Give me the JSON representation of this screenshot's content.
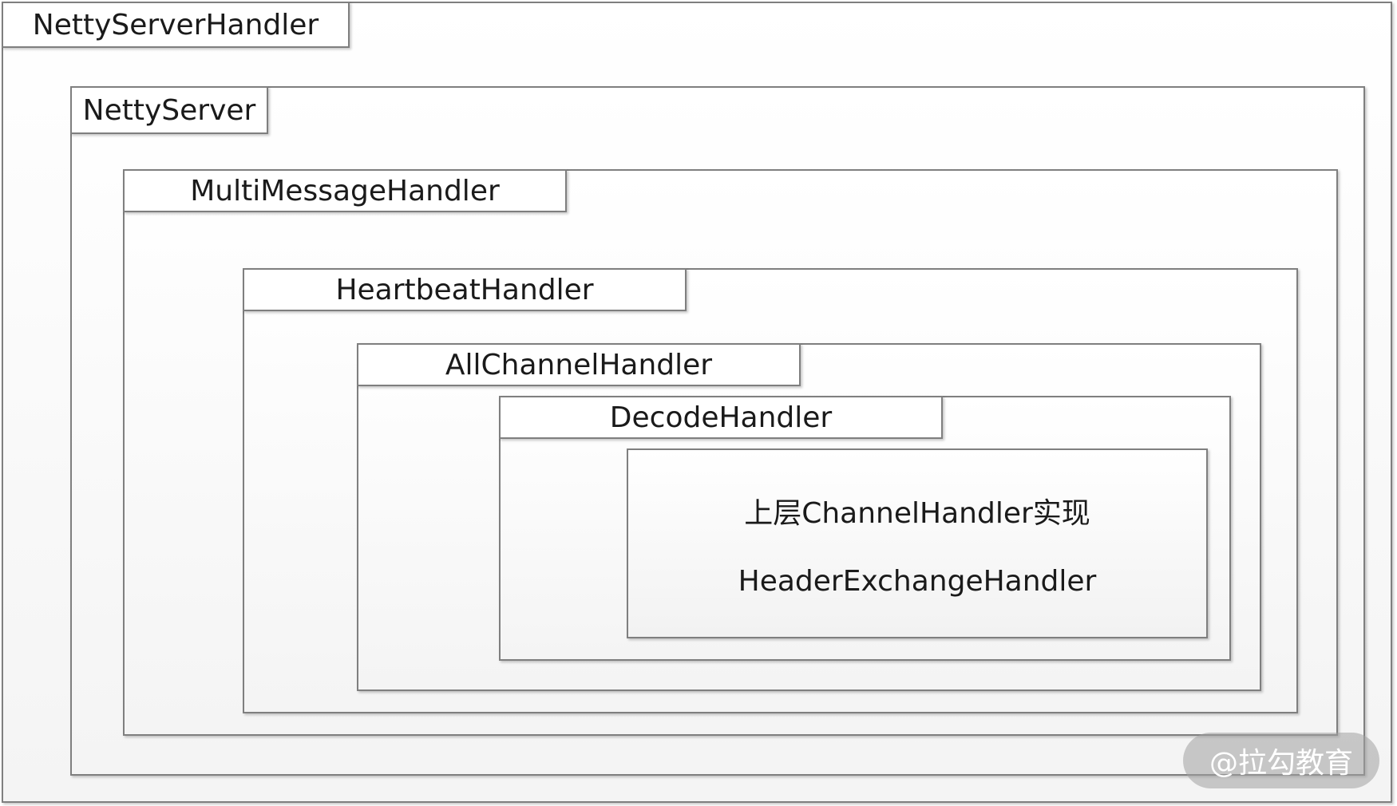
{
  "frames": {
    "netty_server_handler": "NettyServerHandler",
    "netty_server": "NettyServer",
    "multi_message_handler": "MultiMessageHandler",
    "heartbeat_handler": "HeartbeatHandler",
    "all_channel_handler": "AllChannelHandler",
    "decode_handler": "DecodeHandler"
  },
  "inner": {
    "line1": "上层ChannelHandler实现",
    "line2": "HeaderExchangeHandler"
  },
  "watermark": "@拉勾教育"
}
